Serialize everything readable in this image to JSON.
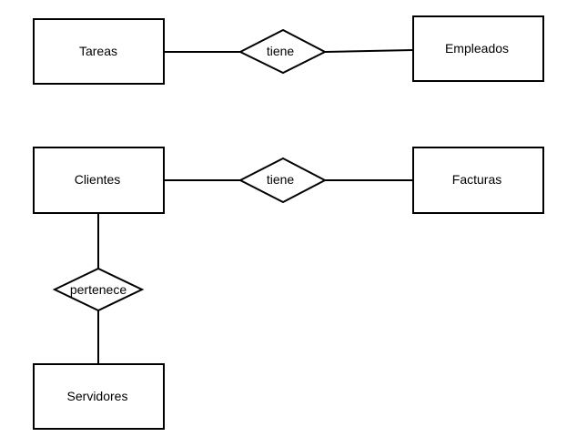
{
  "diagram": {
    "entities": {
      "tareas": "Tareas",
      "empleados": "Empleados",
      "clientes": "Clientes",
      "facturas": "Facturas",
      "servidores": "Servidores"
    },
    "relationships": {
      "tareas_empleados": "tiene",
      "clientes_facturas": "tiene",
      "clientes_servidores": "pertenece"
    }
  }
}
